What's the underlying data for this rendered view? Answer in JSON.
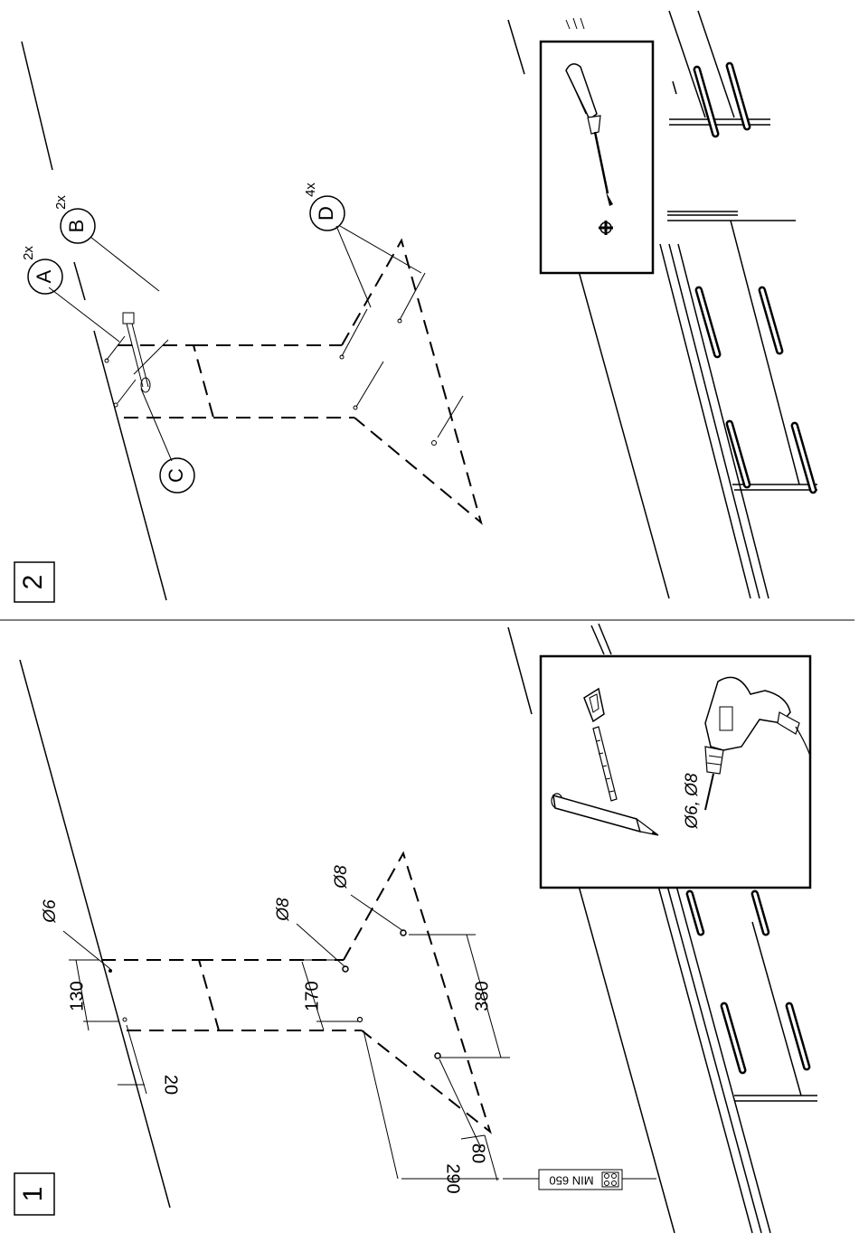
{
  "steps": {
    "step1": {
      "number": "1",
      "dims": [
        "130",
        "20",
        "170",
        "380",
        "80",
        "290"
      ],
      "holes": [
        "Ø6",
        "Ø8",
        "Ø8"
      ],
      "min_label": "MIN 650",
      "drill_label": "Ø6, Ø8"
    },
    "step2": {
      "number": "2",
      "parts": [
        {
          "letter": "A",
          "qty": "2x"
        },
        {
          "letter": "B",
          "qty": "2x"
        },
        {
          "letter": "C",
          "qty": ""
        },
        {
          "letter": "D",
          "qty": "4x"
        }
      ]
    }
  },
  "icons": [
    "screwdriver-icon",
    "phillips-head-icon",
    "tape-measure-icon",
    "pencil-icon",
    "drill-icon",
    "mounting-bracket-icon"
  ]
}
